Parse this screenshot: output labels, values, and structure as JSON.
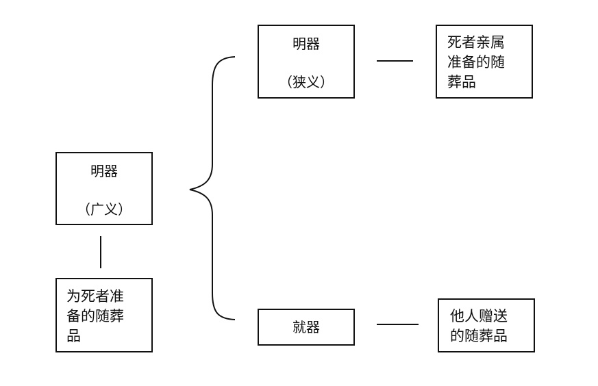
{
  "broad": {
    "title": "明器",
    "sub": "（广义）"
  },
  "broad_def": "为死者准\n备的随葬\n品",
  "narrow": {
    "title": "明器",
    "sub": "（狭义）"
  },
  "narrow_def": "死者亲属\n准备的随\n葬品",
  "jiuqi": {
    "title": "就器"
  },
  "jiuqi_def": "他人赠送\n的随葬品"
}
